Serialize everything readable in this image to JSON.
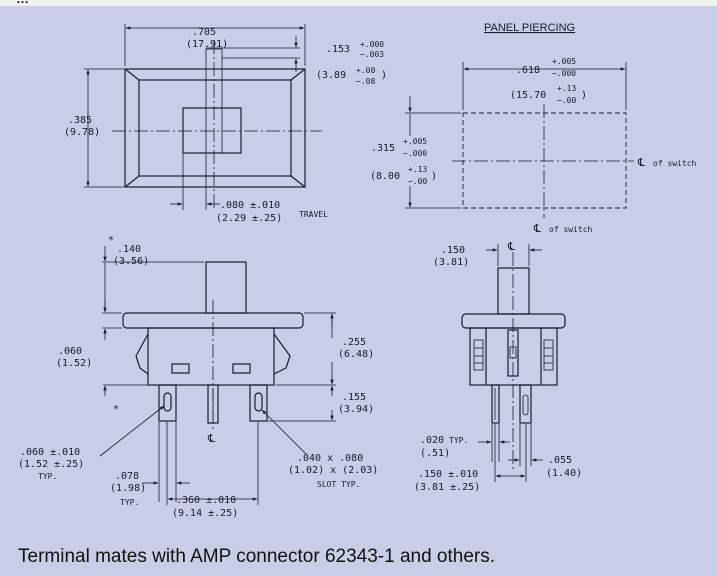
{
  "header_fragment": "…",
  "top_view": {
    "width_in": ".705",
    "width_mm": "(17.91)",
    "actuator_in": ".153",
    "actuator_in_tol_plus": "+.000",
    "actuator_in_tol_minus": "−.003",
    "actuator_mm": "(3.89",
    "actuator_mm_tol_plus": "+.00",
    "actuator_mm_close": ")",
    "actuator_mm_tol_minus": "−.08",
    "height_in": ".385",
    "height_mm": "(9.78)",
    "travel_in": ".080 ±.010",
    "travel_mm": "(2.29 ±.25)",
    "travel_label": "TRAVEL"
  },
  "panel_piercing": {
    "title": "PANEL PIERCING",
    "width_in": ".618",
    "width_in_tol_plus": "+.005",
    "width_in_tol_minus": "−.000",
    "width_mm": "(15.70",
    "width_mm_tol_plus": "+.13",
    "width_mm_tol_minus": "−.00",
    "width_mm_close": ")",
    "height_in": ".315",
    "height_in_tol_plus": "+.005",
    "height_in_tol_minus": "−.000",
    "height_mm": "(8.00",
    "height_mm_tol_plus": "+.13",
    "height_mm_tol_minus": "−.00",
    "height_mm_close": ")",
    "cl_symbol": "℄",
    "cl_label": "of switch"
  },
  "side_view": {
    "star": "*",
    "actuator_in": ".140",
    "actuator_mm": "(3.56)",
    "flange_in": ".060",
    "flange_mm": "(1.52)",
    "body_in": ".255",
    "body_mm": "(6.48)",
    "term_in": ".155",
    "term_mm": "(3.94)",
    "star2": "*",
    "hole_in": ".060 ±.010",
    "hole_mm": "(1.52 ±.25)",
    "hole_typ": "TYP.",
    "termw_in": ".078",
    "termw_mm": "(1.98)",
    "termw_typ": "TYP.",
    "spacing_in": ".360 ±.010",
    "spacing_mm": "(9.14 ±.25)",
    "slot_in": ".040 x .080",
    "slot_mm": "(1.02) x (2.03)",
    "slot_typ": "SLOT TYP.",
    "cl_symbol": "℄"
  },
  "end_view": {
    "act_in": ".150",
    "act_mm": "(3.81)",
    "cl_symbol": "℄",
    "thick_in": ".020",
    "thick_typ": "TYP.",
    "thick_mm": "(.51)",
    "pin_in": ".055",
    "pin_mm": "(1.40)",
    "spacing_in": ".150 ±.010",
    "spacing_mm": "(3.81 ±.25)"
  },
  "caption": "Terminal mates with AMP connector 62343-1 and others."
}
